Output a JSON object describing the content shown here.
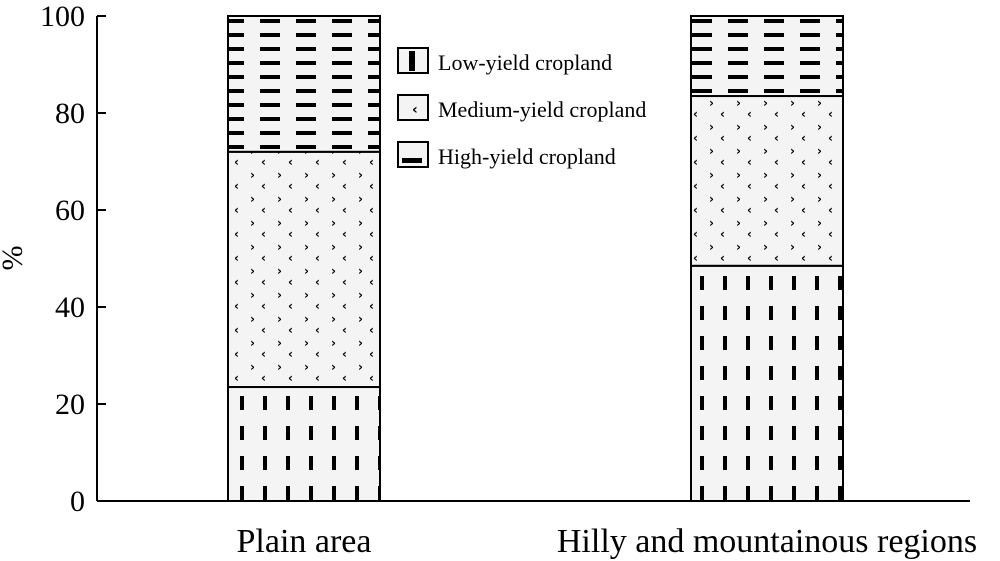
{
  "chart_data": {
    "type": "bar",
    "stacked": true,
    "categories": [
      "Plain area",
      "Hilly and mountainous regions"
    ],
    "series": [
      {
        "name": "Low-yield cropland",
        "values": [
          23.5,
          48.5
        ],
        "pattern": "vertical-dash"
      },
      {
        "name": "Medium-yield cropland",
        "values": [
          48.5,
          35
        ],
        "pattern": "angle-marks"
      },
      {
        "name": "High-yield cropland",
        "values": [
          28,
          16.5
        ],
        "pattern": "horizontal-dash"
      }
    ],
    "title": "",
    "xlabel": "",
    "ylabel": "%",
    "ylim": [
      0,
      100
    ],
    "yticks": [
      "0",
      "20",
      "40",
      "60",
      "80",
      "100"
    ],
    "grid": false,
    "legend_position": "top-center"
  }
}
